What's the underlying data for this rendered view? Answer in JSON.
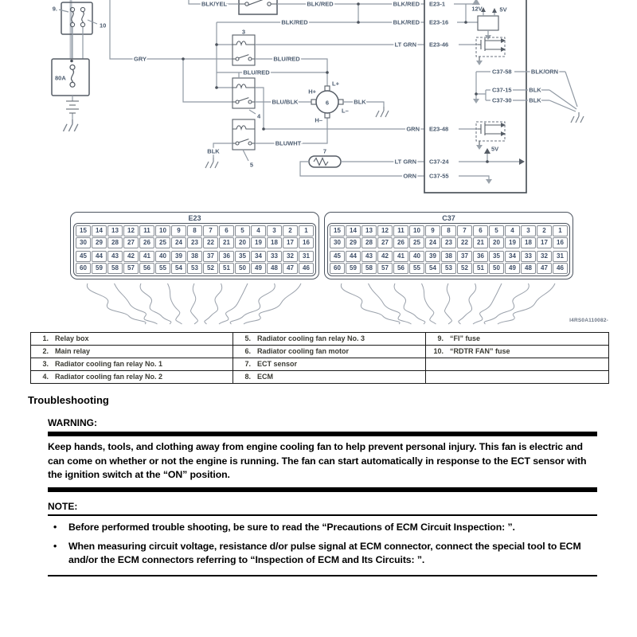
{
  "diagram": {
    "wires": {
      "blk_yel": "BLK/YEL",
      "blk_red": "BLK/RED",
      "gry": "GRY",
      "lt_grn": "LT GRN",
      "blu_red": "BLU/RED",
      "blu_blk": "BLU/BLK",
      "blu_wht": "BLUWHT",
      "blk": "BLK",
      "grn": "GRN",
      "orn": "ORN",
      "blk_orn": "BLK/ORN"
    },
    "pins": {
      "e23_1": "E23-1",
      "e23_16": "E23-16",
      "e23_46": "E23-46",
      "e23_48": "E23-48",
      "c37_24": "C37-24",
      "c37_55": "C37-55",
      "c37_58": "C37-58",
      "c37_15": "C37-15",
      "c37_30": "C37-30"
    },
    "voltages": {
      "v12": "12V",
      "v5": "5V"
    },
    "callouts": {
      "n3": "3",
      "n4": "4",
      "n5": "5",
      "n6": "6",
      "n7": "7",
      "n9": "9.",
      "n10": "10",
      "amp80": "80A"
    },
    "motor_terminals": {
      "h_plus": "H+",
      "l_plus": "L+",
      "l_minus": "L–",
      "h_minus": "H–"
    }
  },
  "connectors": {
    "e23": {
      "name": "E23",
      "rows": [
        [
          15,
          14,
          13,
          12,
          11,
          10,
          9,
          8,
          7,
          6,
          5,
          4,
          3,
          2,
          1
        ],
        [
          30,
          29,
          28,
          27,
          26,
          25,
          24,
          23,
          22,
          21,
          20,
          19,
          18,
          17,
          16
        ],
        [
          45,
          44,
          43,
          42,
          41,
          40,
          39,
          38,
          37,
          36,
          35,
          34,
          33,
          32,
          31
        ],
        [
          60,
          59,
          58,
          57,
          56,
          55,
          54,
          53,
          52,
          51,
          50,
          49,
          48,
          47,
          46
        ]
      ]
    },
    "c37": {
      "name": "C37",
      "rows": [
        [
          15,
          14,
          13,
          12,
          11,
          10,
          9,
          8,
          7,
          6,
          5,
          4,
          3,
          2,
          1
        ],
        [
          30,
          29,
          28,
          27,
          26,
          25,
          24,
          23,
          22,
          21,
          20,
          19,
          18,
          17,
          16
        ],
        [
          45,
          44,
          43,
          42,
          41,
          40,
          39,
          38,
          37,
          36,
          35,
          34,
          33,
          32,
          31
        ],
        [
          60,
          59,
          58,
          57,
          56,
          55,
          54,
          53,
          52,
          51,
          50,
          49,
          48,
          47,
          46
        ]
      ]
    }
  },
  "figure_code": "I4RS0A110082-",
  "legend": {
    "rows": [
      [
        {
          "num": "1.",
          "label": "Relay box"
        },
        {
          "num": "5.",
          "label": "Radiator cooling fan relay No. 3"
        },
        {
          "num": "9.",
          "label": "“FI” fuse"
        }
      ],
      [
        {
          "num": "2.",
          "label": "Main relay"
        },
        {
          "num": "6.",
          "label": "Radiator cooling fan motor"
        },
        {
          "num": "10.",
          "label": "“RDTR FAN” fuse"
        }
      ],
      [
        {
          "num": "3.",
          "label": "Radiator cooling fan relay No. 1"
        },
        {
          "num": "7.",
          "label": "ECT sensor"
        },
        null
      ],
      [
        {
          "num": "4.",
          "label": "Radiator cooling fan relay No. 2"
        },
        {
          "num": "8.",
          "label": "ECM"
        },
        null
      ]
    ]
  },
  "troubleshooting": {
    "title": "Troubleshooting",
    "warning_label": "WARNING:",
    "warning_text": "Keep hands, tools, and clothing away from engine cooling fan to help prevent personal injury. This fan is electric and can come on whether or not the engine is running. The fan can start automatically in response to the ECT sensor with the ignition switch at the “ON” position.",
    "note_label": "NOTE:",
    "bullet": "•",
    "notes": [
      "Before performed trouble shooting, be sure to read the “Precautions of ECM Circuit Inspection: ”.",
      "When measuring circuit voltage, resistance d/or pulse signal at ECM connector, connect the special tool to ECM and/or the ECM connectors referring to “Inspection of ECM and Its Circuits: ”."
    ]
  }
}
